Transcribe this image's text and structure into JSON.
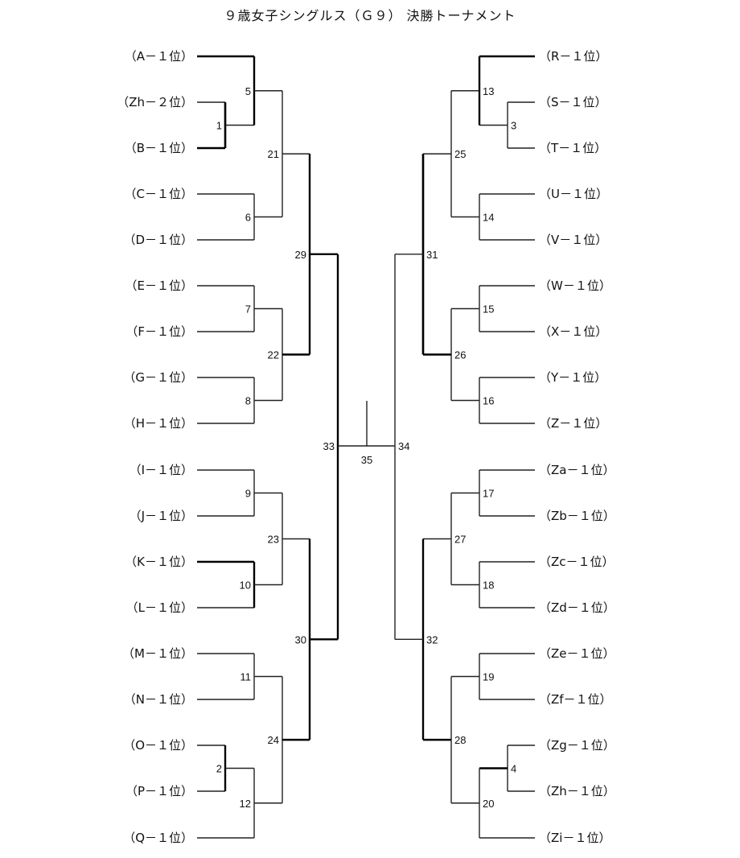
{
  "title": "９歳女子シングルス（Ｇ９） 決勝トーナメント",
  "left_entries": [
    "（A－１位）",
    "（Zh－２位）",
    "（B－１位）",
    "（C－１位）",
    "（D－１位）",
    "（E－１位）",
    "（F－１位）",
    "（G－１位）",
    "（H－１位）",
    "（I－１位）",
    "（J－１位）",
    "（K－１位）",
    "（L－１位）",
    "（M－１位）",
    "（N－１位）",
    "（O－１位）",
    "（P－１位）",
    "（Q－１位）"
  ],
  "right_entries": [
    "（R－１位）",
    "（S－１位）",
    "（T－１位）",
    "（U－１位）",
    "（V－１位）",
    "（W－１位）",
    "（X－１位）",
    "（Y－１位）",
    "（Z－１位）",
    "（Za－１位）",
    "（Zb－１位）",
    "（Zc－１位）",
    "（Zd－１位）",
    "（Ze－１位）",
    "（Zf－１位）",
    "（Zg－１位）",
    "（Zh－１位）",
    "（Zi－１位）"
  ],
  "matches": {
    "left": {
      "m1": "1",
      "m2": "2",
      "m5": "5",
      "m6": "6",
      "m7": "7",
      "m8": "8",
      "m9": "9",
      "m10": "10",
      "m11": "11",
      "m12": "12",
      "m21": "21",
      "m22": "22",
      "m23": "23",
      "m24": "24",
      "m29": "29",
      "m30": "30",
      "m33": "33"
    },
    "right": {
      "m3": "3",
      "m4": "4",
      "m13": "13",
      "m14": "14",
      "m15": "15",
      "m16": "16",
      "m17": "17",
      "m18": "18",
      "m19": "19",
      "m20": "20",
      "m25": "25",
      "m26": "26",
      "m27": "27",
      "m28": "28",
      "m31": "31",
      "m32": "32",
      "m34": "34"
    },
    "final": "35"
  }
}
